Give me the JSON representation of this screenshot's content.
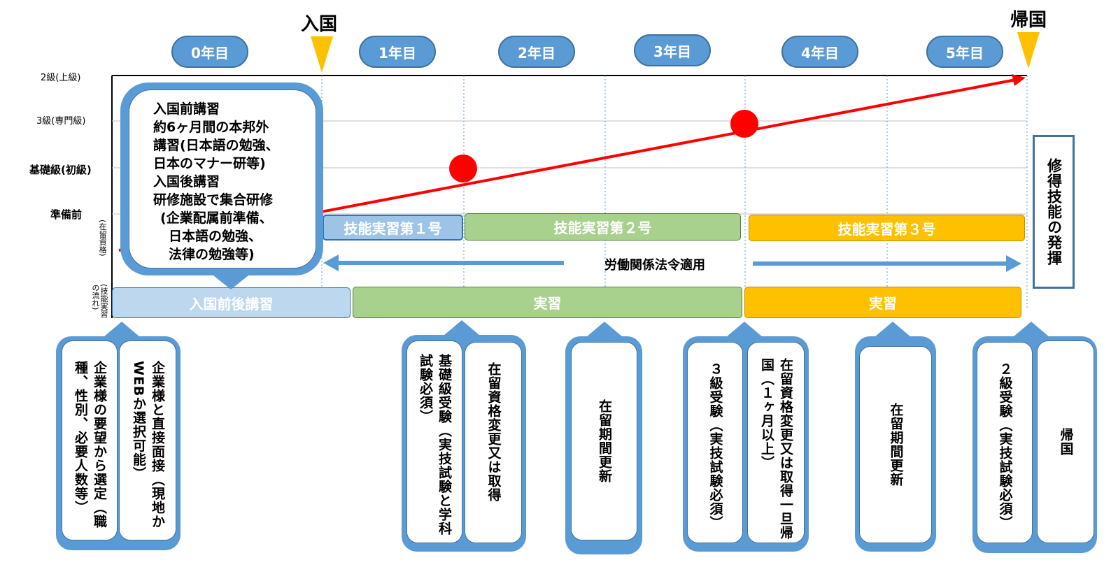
{
  "markers": {
    "entry": "入国",
    "return": "帰国"
  },
  "years": [
    "0年目",
    "1年目",
    "2年目",
    "3年目",
    "4年目",
    "5年目"
  ],
  "levels": {
    "advanced": "2級(上級)",
    "expert": "3級(専門級)",
    "basic": "基礎級(初級)",
    "prep": "準備前"
  },
  "side_labels": {
    "status": "(在留資格)",
    "flow": "(技能実習の流れ)"
  },
  "callout_lines": [
    "入国前講習",
    "約6ヶ月間の本邦外",
    "講習(日本語の勉強、",
    "日本のマナー研等)",
    "入国後講習",
    "研修施設で集合研修",
    "(企業配属前準備、",
    "日本語の勉強、",
    "法律の勉強等)"
  ],
  "status_bars": {
    "no1": "技能実習第１号",
    "no2": "技能実習第２号",
    "no3": "技能実習第３号"
  },
  "law_label": "労働関係法令適用",
  "flow_bars": {
    "training": "入国前後講習",
    "practice1": "実習",
    "practice2": "実習"
  },
  "skill_box": "修得技能の発揮",
  "bottom_boxes": {
    "b1_left": "企業様の要望から選定（職種、性別、必要人数等）",
    "b1_right": "企業様と直接面接（現地かWEBか選択可能）",
    "b2_left": "基礎級受験（実技試験と学科試験必須）",
    "b2_right": "在留資格変更又は取得",
    "b3": "在留期間更新",
    "b4_left": "３級受験（実技試験必須）",
    "b4_right": "在留資格変更又は取得一旦帰国（１ヶ月以上）",
    "b5": "在留期間更新",
    "b6_left": "２級受験（実技試験必須）",
    "b6_right": "帰国"
  },
  "colors": {
    "pill": "#5b9bd5",
    "progress_line": "#ff0000",
    "marker": "#ffc000",
    "bar_no1": "#9dc3e6",
    "bar_no2": "#a9d18e",
    "bar_no3": "#ffc000",
    "flow_training": "#bdd7ee"
  }
}
